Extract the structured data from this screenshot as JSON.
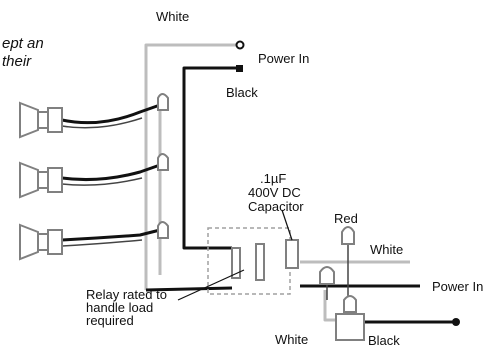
{
  "fragment": {
    "line1": "ept an",
    "line2": "their"
  },
  "labels": {
    "white_top": "White",
    "power_in_top": "Power In",
    "black_top": "Black",
    "capacitor_line1": ".1µF",
    "capacitor_line2": "400V DC",
    "capacitor_line3": "Capacitor",
    "red": "Red",
    "white_right": "White",
    "power_in_right": "Power In",
    "relay_line1": "Relay rated to",
    "relay_line2": "handle load",
    "relay_line3": "required",
    "white_bottom": "White",
    "black_bottom": "Black"
  },
  "colors": {
    "ink": "#111111",
    "wire_white": "#bdbdbd",
    "component": "#808080",
    "dashed_box": "#a0a0a0"
  }
}
